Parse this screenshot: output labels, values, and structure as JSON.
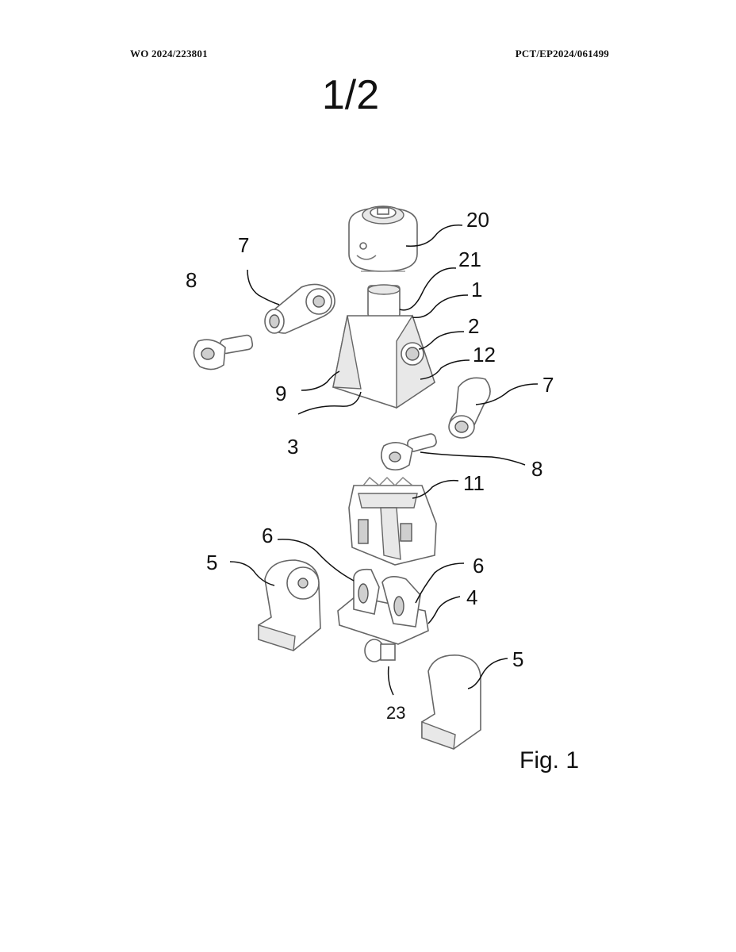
{
  "header": {
    "publication_number": "WO 2024/223801",
    "application_number": "PCT/EP2024/061499"
  },
  "sheet_number": "1/2",
  "figure_caption": "Fig. 1",
  "reference_numerals": {
    "head": "20",
    "neck_stud": "21",
    "torso_top": "1",
    "arm_socket": "2",
    "torso_side": "12",
    "torso_front": "9",
    "torso_bottom": "3",
    "arm_upper_left": "7",
    "arm_right": "7",
    "hand_upper_left": "8",
    "hand_right": "8",
    "inner_frame": "11",
    "hip_joint_left": "6",
    "hip_joint_right": "6",
    "hip_plate": "4",
    "hip_stud": "23",
    "leg_left": "5",
    "leg_right": "5"
  }
}
